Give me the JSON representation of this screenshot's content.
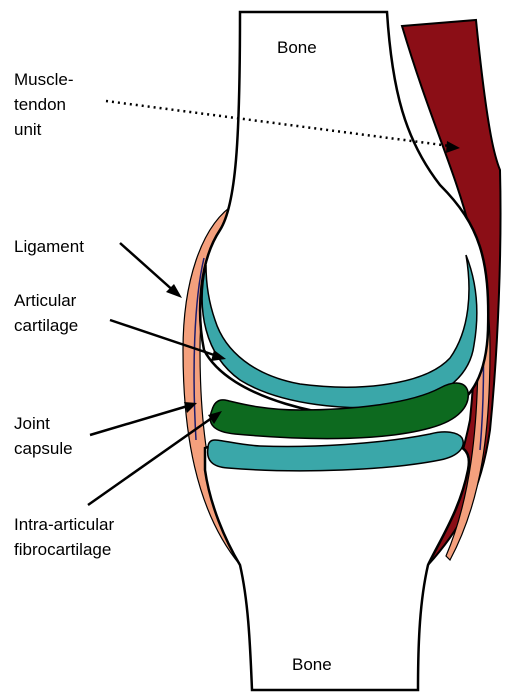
{
  "labels": {
    "bone_top": "Bone",
    "bone_bottom": "Bone",
    "muscle_tendon": [
      "Muscle-",
      "tendon",
      "unit"
    ],
    "ligament": "Ligament",
    "articular_cartilage": [
      "Articular",
      "cartilage"
    ],
    "joint_capsule": [
      "Joint",
      "capsule"
    ],
    "intra_articular": [
      "Intra-articular",
      "fibrocartilage"
    ]
  },
  "colors": {
    "bone": "#ffffff",
    "outline": "#000000",
    "muscle": "#8b0e16",
    "ligament": "#f4a07d",
    "capsule": "#1c1c6e",
    "cartilage": "#3aa7a9",
    "fibrocartilage": "#0d6a1f"
  }
}
